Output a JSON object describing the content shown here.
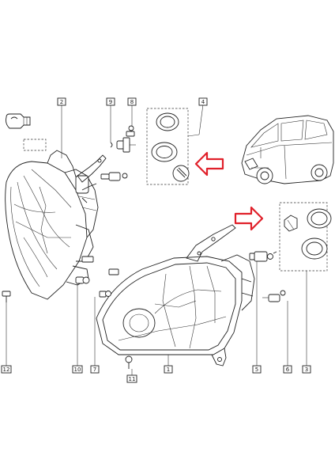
{
  "diagram": {
    "callouts": [
      {
        "id": "c2",
        "label": "2"
      },
      {
        "id": "c9",
        "label": "9"
      },
      {
        "id": "c8",
        "label": "8"
      },
      {
        "id": "c4",
        "label": "4"
      },
      {
        "id": "c12",
        "label": "12"
      },
      {
        "id": "c10",
        "label": "10"
      },
      {
        "id": "c7",
        "label": "7"
      },
      {
        "id": "c11",
        "label": "11"
      },
      {
        "id": "c1",
        "label": "1"
      },
      {
        "id": "c5",
        "label": "5"
      },
      {
        "id": "c6",
        "label": "6"
      },
      {
        "id": "c3",
        "label": "3"
      }
    ],
    "highlight_color": "#e0202a"
  }
}
